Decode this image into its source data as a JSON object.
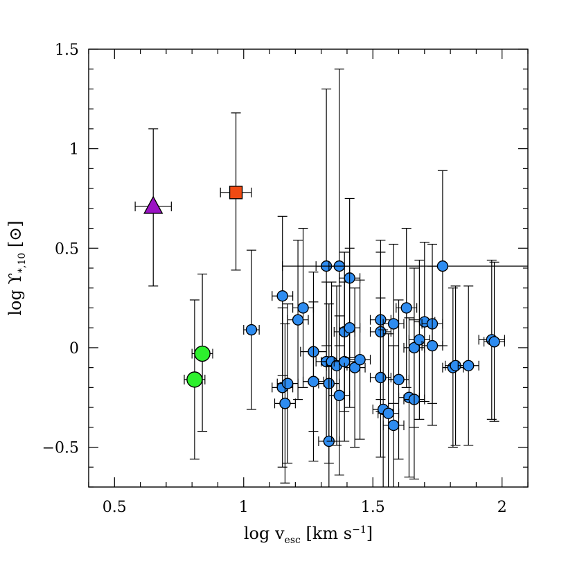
{
  "chart_data": {
    "type": "scatter",
    "xlabel": "log v",
    "xlabel_sub": "esc",
    "xlabel_unit": " [km s",
    "xlabel_sup": "−1",
    "xlabel_close": "]",
    "ylabel": "log ϒ",
    "ylabel_sub": "*,10",
    "ylabel_unit": " [⊙]",
    "xlim": [
      0.4,
      2.1
    ],
    "ylim": [
      -0.7,
      1.5
    ],
    "x_ticks": [
      {
        "value": 0.5,
        "label": "0.5"
      },
      {
        "value": 1,
        "label": "1"
      },
      {
        "value": 1.5,
        "label": "1.5"
      },
      {
        "value": 2,
        "label": "2"
      }
    ],
    "y_ticks": [
      {
        "value": -0.5,
        "label": "−0.5"
      },
      {
        "value": 0,
        "label": "0"
      },
      {
        "value": 0.5,
        "label": "0.5"
      },
      {
        "value": 1,
        "label": "1"
      },
      {
        "value": 1.5,
        "label": "1.5"
      }
    ],
    "grid": false,
    "series": [
      {
        "marker": "triangle",
        "color": "#9b12c4",
        "points": [
          {
            "x": 0.65,
            "y": 0.71,
            "xerr": 0.07,
            "yerr_lo": 0.4,
            "yerr_hi": 0.39
          }
        ]
      },
      {
        "marker": "square",
        "color": "#f04a12",
        "points": [
          {
            "x": 0.97,
            "y": 0.78,
            "xerr": 0.06,
            "yerr_lo": 0.39,
            "yerr_hi": 0.4
          }
        ]
      },
      {
        "marker": "circle-large",
        "color": "#2df02d",
        "points": [
          {
            "x": 0.84,
            "y": -0.03,
            "xerr": 0.04,
            "yerr_lo": 0.39,
            "yerr_hi": 0.4
          },
          {
            "x": 0.81,
            "y": -0.16,
            "xerr": 0.04,
            "yerr_lo": 0.4,
            "yerr_hi": 0.4
          }
        ]
      },
      {
        "marker": "circle",
        "color": "#2e8cf0",
        "points": [
          {
            "x": 1.03,
            "y": 0.09,
            "xerr": 0.03,
            "yerr_lo": 0.4,
            "yerr_hi": 0.4
          },
          {
            "x": 1.15,
            "y": 0.26,
            "xerr": 0.04,
            "yerr_lo": 0.4,
            "yerr_hi": 0.4
          },
          {
            "x": 1.15,
            "y": -0.2,
            "xerr": 0.04,
            "yerr_lo": 0.4,
            "yerr_hi": 0.4
          },
          {
            "x": 1.17,
            "y": -0.18,
            "xerr": 0.04,
            "yerr_lo": 0.4,
            "yerr_hi": 0.4
          },
          {
            "x": 1.16,
            "y": -0.28,
            "xerr": 0.04,
            "yerr_lo": 0.4,
            "yerr_hi": 0.4
          },
          {
            "x": 1.21,
            "y": 0.14,
            "xerr": 0.04,
            "yerr_lo": 0.4,
            "yerr_hi": 0.4
          },
          {
            "x": 1.23,
            "y": 0.2,
            "xerr": 0.04,
            "yerr_lo": 0.4,
            "yerr_hi": 0.4
          },
          {
            "x": 1.27,
            "y": -0.02,
            "xerr": 0.05,
            "yerr_lo": 0.4,
            "yerr_hi": 0.4
          },
          {
            "x": 1.27,
            "y": -0.17,
            "xerr": 0.04,
            "yerr_lo": 0.4,
            "yerr_hi": 0.4
          },
          {
            "x": 1.32,
            "y": 0.41,
            "xerr": 0.04,
            "yerr_lo": 0.4,
            "yerr_hi": 0.89
          },
          {
            "x": 1.32,
            "y": -0.07,
            "xerr": 0.04,
            "yerr_lo": 0.4,
            "yerr_hi": 0.4
          },
          {
            "x": 1.33,
            "y": -0.18,
            "xerr": 0.04,
            "yerr_lo": 0.4,
            "yerr_hi": 0.4
          },
          {
            "x": 1.33,
            "y": -0.47,
            "xerr": 0.04,
            "yerr_lo": 0.4,
            "yerr_hi": 0.4
          },
          {
            "x": 1.34,
            "y": -0.07,
            "xerr": 0.04,
            "yerr_lo": 0.4,
            "yerr_hi": 0.4
          },
          {
            "x": 1.36,
            "y": -0.09,
            "xerr": 0.04,
            "yerr_lo": 0.4,
            "yerr_hi": 0.4
          },
          {
            "x": 1.37,
            "y": 0.41,
            "xerr": 0.04,
            "yerr_lo": 0.4,
            "yerr_hi": 0.99
          },
          {
            "x": 1.37,
            "y": -0.24,
            "xerr": 0.04,
            "yerr_lo": 0.4,
            "yerr_hi": 0.4
          },
          {
            "x": 1.39,
            "y": 0.08,
            "xerr": 0.04,
            "yerr_lo": 0.4,
            "yerr_hi": 0.4
          },
          {
            "x": 1.39,
            "y": -0.07,
            "xerr": 0.04,
            "yerr_lo": 0.4,
            "yerr_hi": 0.4
          },
          {
            "x": 1.41,
            "y": 0.35,
            "xerr": 0.04,
            "yerr_lo": 0.4,
            "yerr_hi": 0.4
          },
          {
            "x": 1.41,
            "y": 0.1,
            "xerr": 0.04,
            "yerr_lo": 0.4,
            "yerr_hi": 0.4
          },
          {
            "x": 1.43,
            "y": -0.1,
            "xerr": 0.04,
            "yerr_lo": 0.4,
            "yerr_hi": 0.4
          },
          {
            "x": 1.45,
            "y": -0.06,
            "xerr": 0.04,
            "yerr_lo": 0.4,
            "yerr_hi": 0.4
          },
          {
            "x": 1.53,
            "y": 0.14,
            "xerr": 0.04,
            "yerr_lo": 0.4,
            "yerr_hi": 0.4
          },
          {
            "x": 1.53,
            "y": 0.08,
            "xerr": 0.04,
            "yerr_lo": 0.4,
            "yerr_hi": 0.4
          },
          {
            "x": 1.53,
            "y": -0.15,
            "xerr": 0.04,
            "yerr_lo": 0.4,
            "yerr_hi": 0.4
          },
          {
            "x": 1.54,
            "y": -0.31,
            "xerr": 0.04,
            "yerr_lo": 0.4,
            "yerr_hi": 0.4
          },
          {
            "x": 1.56,
            "y": -0.33,
            "xerr": 0.04,
            "yerr_lo": 0.4,
            "yerr_hi": 0.4
          },
          {
            "x": 1.58,
            "y": -0.39,
            "xerr": 0.04,
            "yerr_lo": 0.4,
            "yerr_hi": 0.4
          },
          {
            "x": 1.58,
            "y": 0.12,
            "xerr": 0.04,
            "yerr_lo": 0.4,
            "yerr_hi": 0.4
          },
          {
            "x": 1.6,
            "y": -0.16,
            "xerr": 0.04,
            "yerr_lo": 0.4,
            "yerr_hi": 0.4
          },
          {
            "x": 1.63,
            "y": 0.2,
            "xerr": 0.04,
            "yerr_lo": 0.4,
            "yerr_hi": 0.4
          },
          {
            "x": 1.64,
            "y": -0.25,
            "xerr": 0.04,
            "yerr_lo": 0.4,
            "yerr_hi": 0.4
          },
          {
            "x": 1.66,
            "y": -0.26,
            "xerr": 0.04,
            "yerr_lo": 0.4,
            "yerr_hi": 0.4
          },
          {
            "x": 1.66,
            "y": 0.0,
            "xerr": 0.04,
            "yerr_lo": 0.4,
            "yerr_hi": 0.4
          },
          {
            "x": 1.68,
            "y": 0.04,
            "xerr": 0.04,
            "yerr_lo": 0.4,
            "yerr_hi": 0.4
          },
          {
            "x": 1.7,
            "y": 0.13,
            "xerr": 0.04,
            "yerr_lo": 0.4,
            "yerr_hi": 0.4
          },
          {
            "x": 1.73,
            "y": 0.12,
            "xerr": 0.04,
            "yerr_lo": 0.4,
            "yerr_hi": 0.4
          },
          {
            "x": 1.73,
            "y": 0.01,
            "xerr": 0.04,
            "yerr_lo": 0.4,
            "yerr_hi": 0.4
          },
          {
            "x": 1.77,
            "y": 0.41,
            "xerr": 0.62,
            "yerr_lo": 0.4,
            "yerr_hi": 0.48
          },
          {
            "x": 1.81,
            "y": -0.1,
            "xerr": 0.04,
            "yerr_lo": 0.4,
            "yerr_hi": 0.4
          },
          {
            "x": 1.82,
            "y": -0.09,
            "xerr": 0.04,
            "yerr_lo": 0.4,
            "yerr_hi": 0.4
          },
          {
            "x": 1.87,
            "y": -0.09,
            "xerr": 0.04,
            "yerr_lo": 0.4,
            "yerr_hi": 0.4
          },
          {
            "x": 1.96,
            "y": 0.04,
            "xerr": 0.05,
            "yerr_lo": 0.4,
            "yerr_hi": 0.4
          },
          {
            "x": 1.97,
            "y": 0.03,
            "xerr": 0.04,
            "yerr_lo": 0.4,
            "yerr_hi": 0.4
          }
        ]
      }
    ]
  }
}
